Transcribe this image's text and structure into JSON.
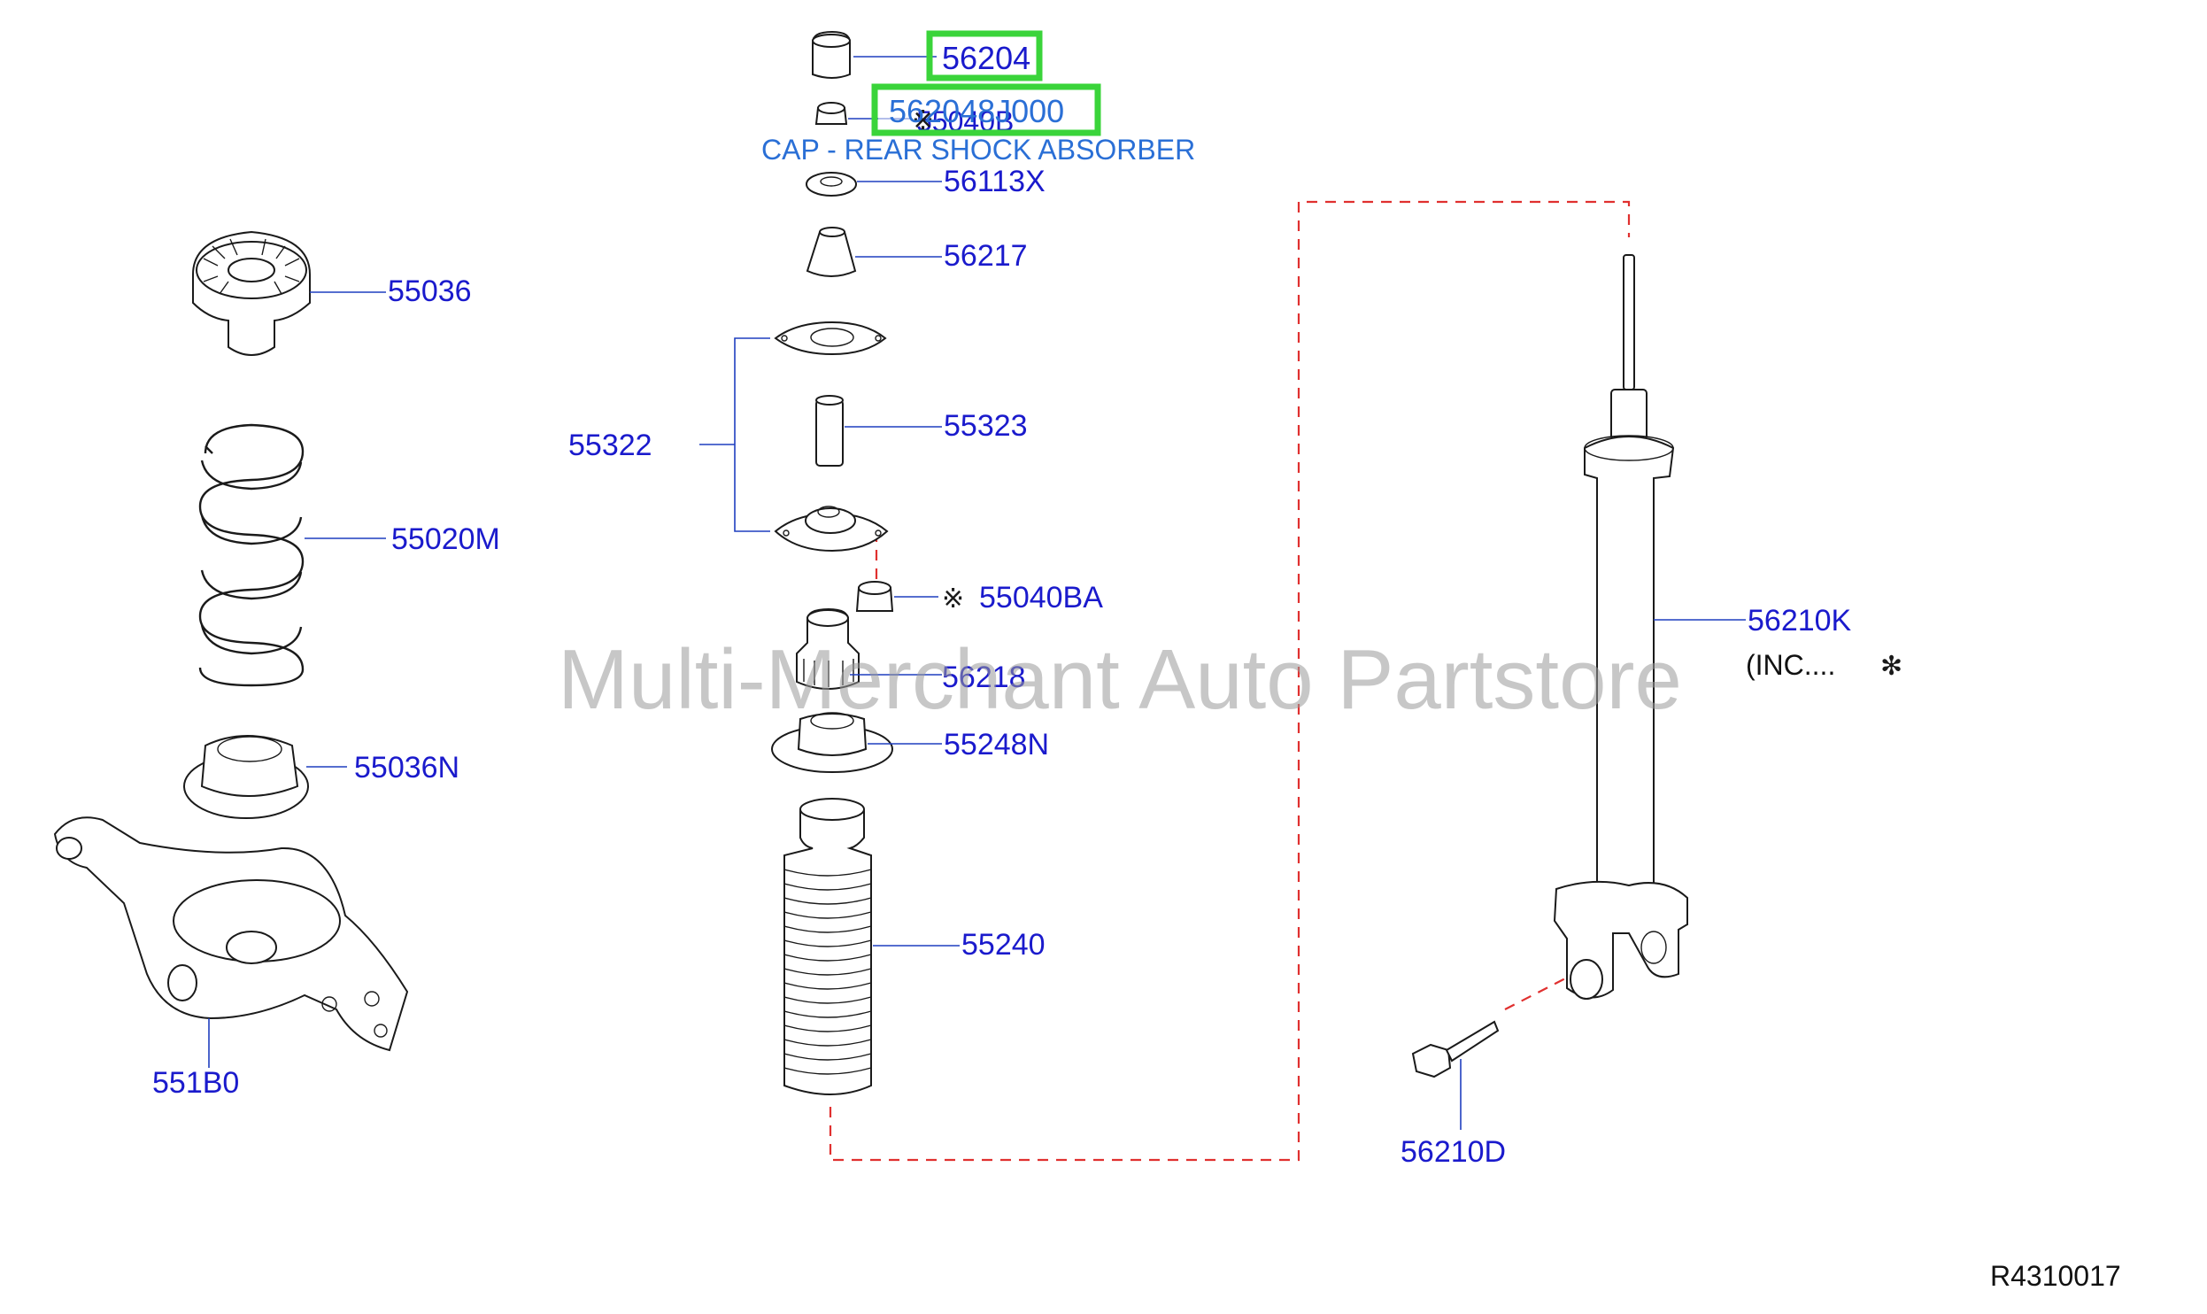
{
  "diagram": {
    "watermark": "Multi-Merchant Auto Partstore",
    "drawing_number": "R4310017",
    "callouts": {
      "p56204": "56204",
      "p562048J000": "562048J000",
      "p55040B": "55040B",
      "cap_description": "CAP - REAR SHOCK ABSORBER",
      "p56113X": "56113X",
      "p56217": "56217",
      "p55036": "55036",
      "p55322": "55322",
      "p55323": "55323",
      "p55020M": "55020M",
      "p55040BA": "55040BA",
      "p56210K": "56210K",
      "p56210K_note": "(INC....",
      "p56218": "56218",
      "p55248N": "55248N",
      "p55036N": "55036N",
      "p55240": "55240",
      "p551B0": "551B0",
      "p56210D": "56210D"
    },
    "symbols": {
      "reference_mark": "※",
      "note_mark": "✻"
    },
    "colors": {
      "callout_text": "#1a1acc",
      "highlight_box": "#3ad43a",
      "dashed_link": "#e0302f",
      "description_text": "#2a6fd6",
      "watermark": "#9a9a9a"
    }
  }
}
